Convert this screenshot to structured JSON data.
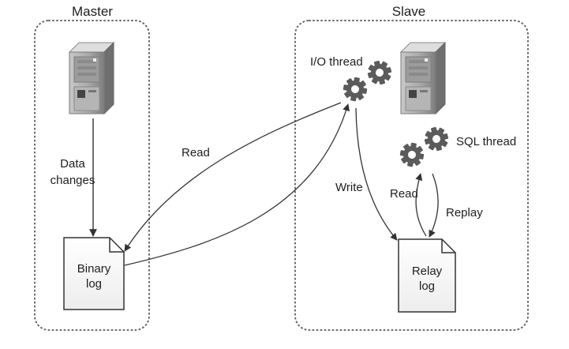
{
  "master": {
    "title": "Master",
    "data_changes_line1": "Data",
    "data_changes_line2": "changes",
    "binary_log_line1": "Binary",
    "binary_log_line2": "log"
  },
  "slave": {
    "title": "Slave",
    "io_thread": "I/O thread",
    "sql_thread": "SQL thread",
    "relay_log_line1": "Relay",
    "relay_log_line2": "log"
  },
  "arrows": {
    "read_binary": "Read",
    "write_relay": "Write",
    "read_relay": "Read",
    "replay": "Replay"
  },
  "icons": {
    "master_server": "server-icon",
    "slave_server": "server-icon",
    "io_thread": "gears-icon",
    "sql_thread": "gears-icon",
    "binary_log": "document-icon",
    "relay_log": "document-icon"
  }
}
